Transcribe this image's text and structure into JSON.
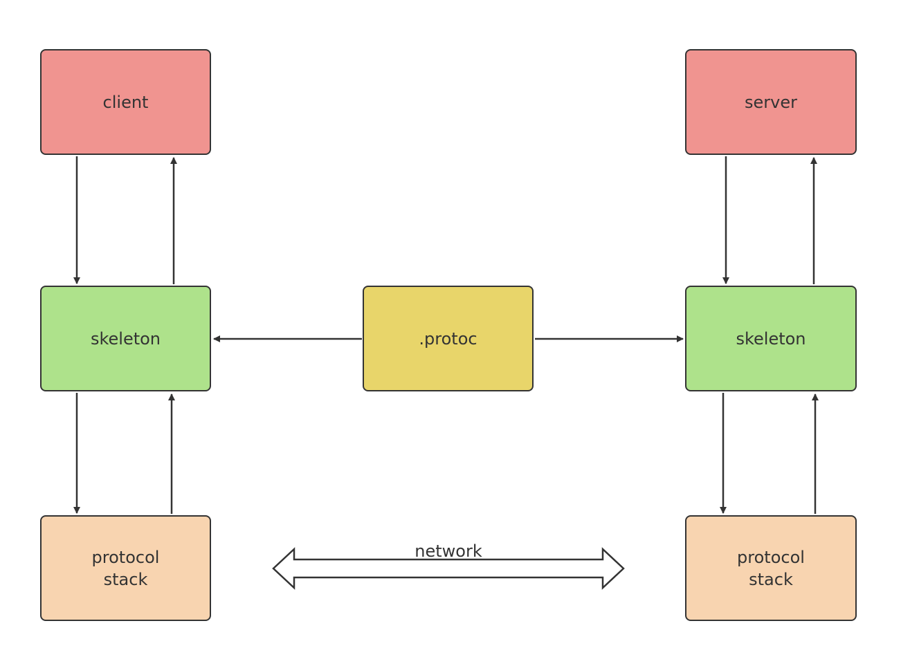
{
  "colors": {
    "app_layer": "#f09490",
    "skeleton_layer": "#aee28b",
    "protoc": "#e8d56a",
    "stack_layer": "#f8d4b0",
    "stroke": "#333333"
  },
  "nodes": {
    "client": "client",
    "server": "server",
    "skeleton_left": "skeleton",
    "protoc": ".protoc",
    "skeleton_right": "skeleton",
    "stack_left": "protocol\nstack",
    "stack_right": "protocol\nstack"
  },
  "network": {
    "label": "network"
  }
}
